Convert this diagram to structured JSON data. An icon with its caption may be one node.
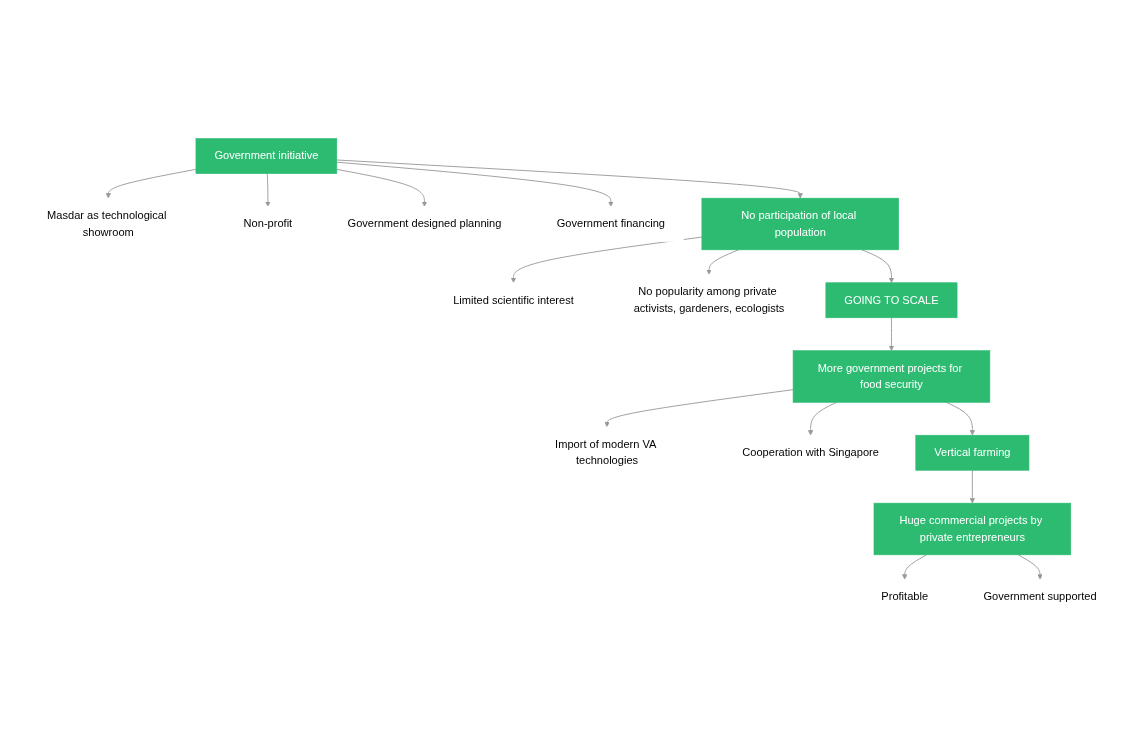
{
  "diagram": {
    "nodes": [
      {
        "text": [
          "Masdar as technological showroom"
        ]
      },
      {
        "text": [
          "Non-profit"
        ]
      },
      {
        "text": [
          "Government initiative"
        ]
      },
      {
        "text": [
          "Government designed planning"
        ]
      },
      {
        "text": [
          "Government financing"
        ]
      },
      {
        "text": [
          "Limited scientific interest"
        ]
      },
      {
        "text": [
          "No participation of local population"
        ]
      },
      {
        "text": [
          "No popularity among private activists, gardeners, ecologists"
        ]
      },
      {
        "text": [
          "GOING TO SCALE"
        ]
      },
      {
        "text": [
          "Import of modern VA technologies"
        ]
      },
      {
        "text": [
          "Cooperation with Singapore"
        ]
      },
      {
        "text": [
          "More government projects for food security"
        ]
      },
      {
        "text": [
          "Vertical farming"
        ]
      },
      {
        "text": [
          "Profitable"
        ]
      },
      {
        "text": [
          "Huge commercial projects by private entrepreneurs"
        ]
      },
      {
        "text": [
          "Government supported"
        ]
      }
    ],
    "edges": [
      {
        "from": 2,
        "to": 1,
        "arrow": "to"
      },
      {
        "from": 2,
        "to": 0,
        "arrow": "to"
      },
      {
        "from": 2,
        "to": 3,
        "arrow": "to"
      },
      {
        "from": 2,
        "to": 4,
        "arrow": "to"
      },
      {
        "from": 2,
        "to": 6,
        "arrow": "to"
      },
      {
        "from": 6,
        "to": 7,
        "arrow": "to"
      },
      {
        "from": 6,
        "to": 5,
        "arrow": "to"
      },
      {
        "from": 6,
        "to": 8,
        "arrow": "to"
      },
      {
        "from": 8,
        "to": 11,
        "arrow": "to"
      },
      {
        "from": 11,
        "to": 10,
        "arrow": "to"
      },
      {
        "from": 11,
        "to": 9,
        "arrow": "to"
      },
      {
        "from": 11,
        "to": 12,
        "arrow": "to"
      },
      {
        "from": 12,
        "to": 14,
        "arrow": "to"
      },
      {
        "from": 14,
        "to": 13,
        "arrow": "to"
      },
      {
        "from": 14,
        "to": 15,
        "arrow": "to"
      }
    ]
  }
}
